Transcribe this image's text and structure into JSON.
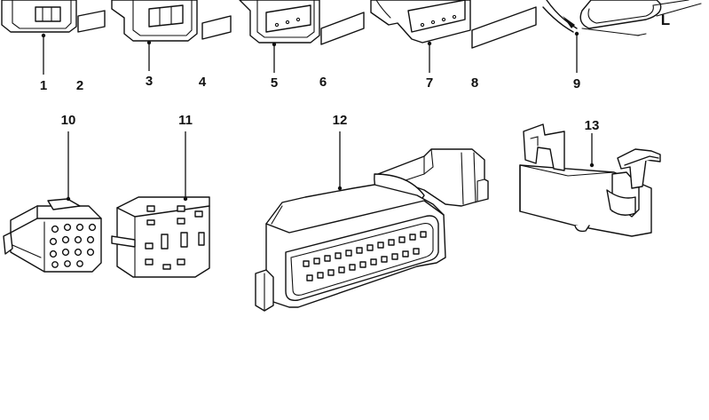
{
  "diagram": {
    "callouts": [
      "1",
      "2",
      "3",
      "4",
      "5",
      "6",
      "7",
      "8",
      "9",
      "10",
      "11",
      "12",
      "13"
    ],
    "dimension_label": "L"
  }
}
